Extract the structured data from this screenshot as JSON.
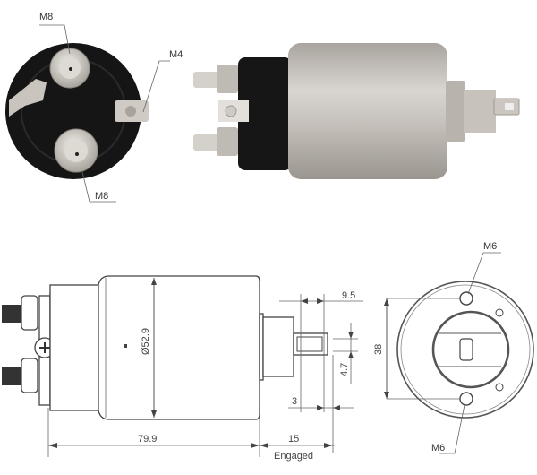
{
  "photo_end_view": {
    "labels": {
      "top_terminal": "M8",
      "bottom_terminal": "M8",
      "side_terminal": "M4"
    }
  },
  "drawing_side_view": {
    "diameter": "Ø52.9",
    "length": "79.9",
    "plunger_travel": "15",
    "plunger_travel_note": "Engaged",
    "tab_offset": "9.5",
    "tab_width": "4.7",
    "tab_gap": "3"
  },
  "drawing_end_view": {
    "hole_spacing": "38",
    "top_hole": "M6",
    "bottom_hole": "M6"
  },
  "colors": {
    "body": "#bdb8b2",
    "cap": "#1a1a1a",
    "line": "#444444"
  }
}
